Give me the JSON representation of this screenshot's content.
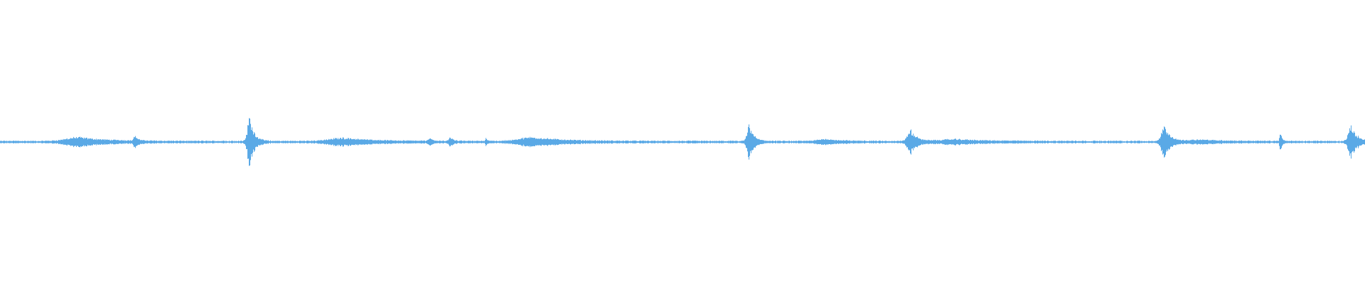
{
  "colors": {
    "background": "#ffffff",
    "waveform": "#5aa9e6"
  },
  "waveform": {
    "axis_range": [
      -1,
      1
    ],
    "baseline_level": 0.01,
    "events": [
      {
        "position": 0.058,
        "spread": 0.018,
        "peak": 0.03
      },
      {
        "position": 0.099,
        "spread": 0.002,
        "peak": 0.04
      },
      {
        "position": 0.183,
        "spread": 0.003,
        "peak": 0.19
      },
      {
        "position": 0.252,
        "spread": 0.02,
        "peak": 0.025
      },
      {
        "position": 0.315,
        "spread": 0.002,
        "peak": 0.025
      },
      {
        "position": 0.33,
        "spread": 0.002,
        "peak": 0.03
      },
      {
        "position": 0.356,
        "spread": 0.001,
        "peak": 0.02
      },
      {
        "position": 0.391,
        "spread": 0.02,
        "peak": 0.03
      },
      {
        "position": 0.549,
        "spread": 0.003,
        "peak": 0.12
      },
      {
        "position": 0.604,
        "spread": 0.012,
        "peak": 0.015
      },
      {
        "position": 0.667,
        "spread": 0.004,
        "peak": 0.09
      },
      {
        "position": 0.7,
        "spread": 0.02,
        "peak": 0.015
      },
      {
        "position": 0.853,
        "spread": 0.004,
        "peak": 0.11
      },
      {
        "position": 0.88,
        "spread": 0.015,
        "peak": 0.012
      },
      {
        "position": 0.938,
        "spread": 0.001,
        "peak": 0.07
      },
      {
        "position": 0.99,
        "spread": 0.004,
        "peak": 0.11
      }
    ]
  }
}
